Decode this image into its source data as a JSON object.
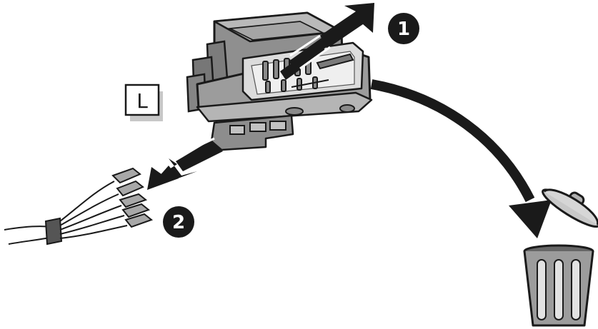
{
  "label_box": {
    "text": "L"
  },
  "steps": [
    {
      "number": "1"
    },
    {
      "number": "2"
    }
  ],
  "colors": {
    "connector_fill": "#9a9a9a",
    "connector_light": "#c4c4c4",
    "connector_dark": "#6e6e6e",
    "outline": "#1a1a1a",
    "badge": "#1a1a1a",
    "badge_text": "#ffffff",
    "arrow": "#1a1a1a",
    "label_shadow": "#c8c8c8"
  },
  "icons": [
    "connector-housing-illustration",
    "wire-bundle-illustration",
    "trash-can-icon",
    "curved-arrow-icon",
    "straight-arrow-icon"
  ]
}
